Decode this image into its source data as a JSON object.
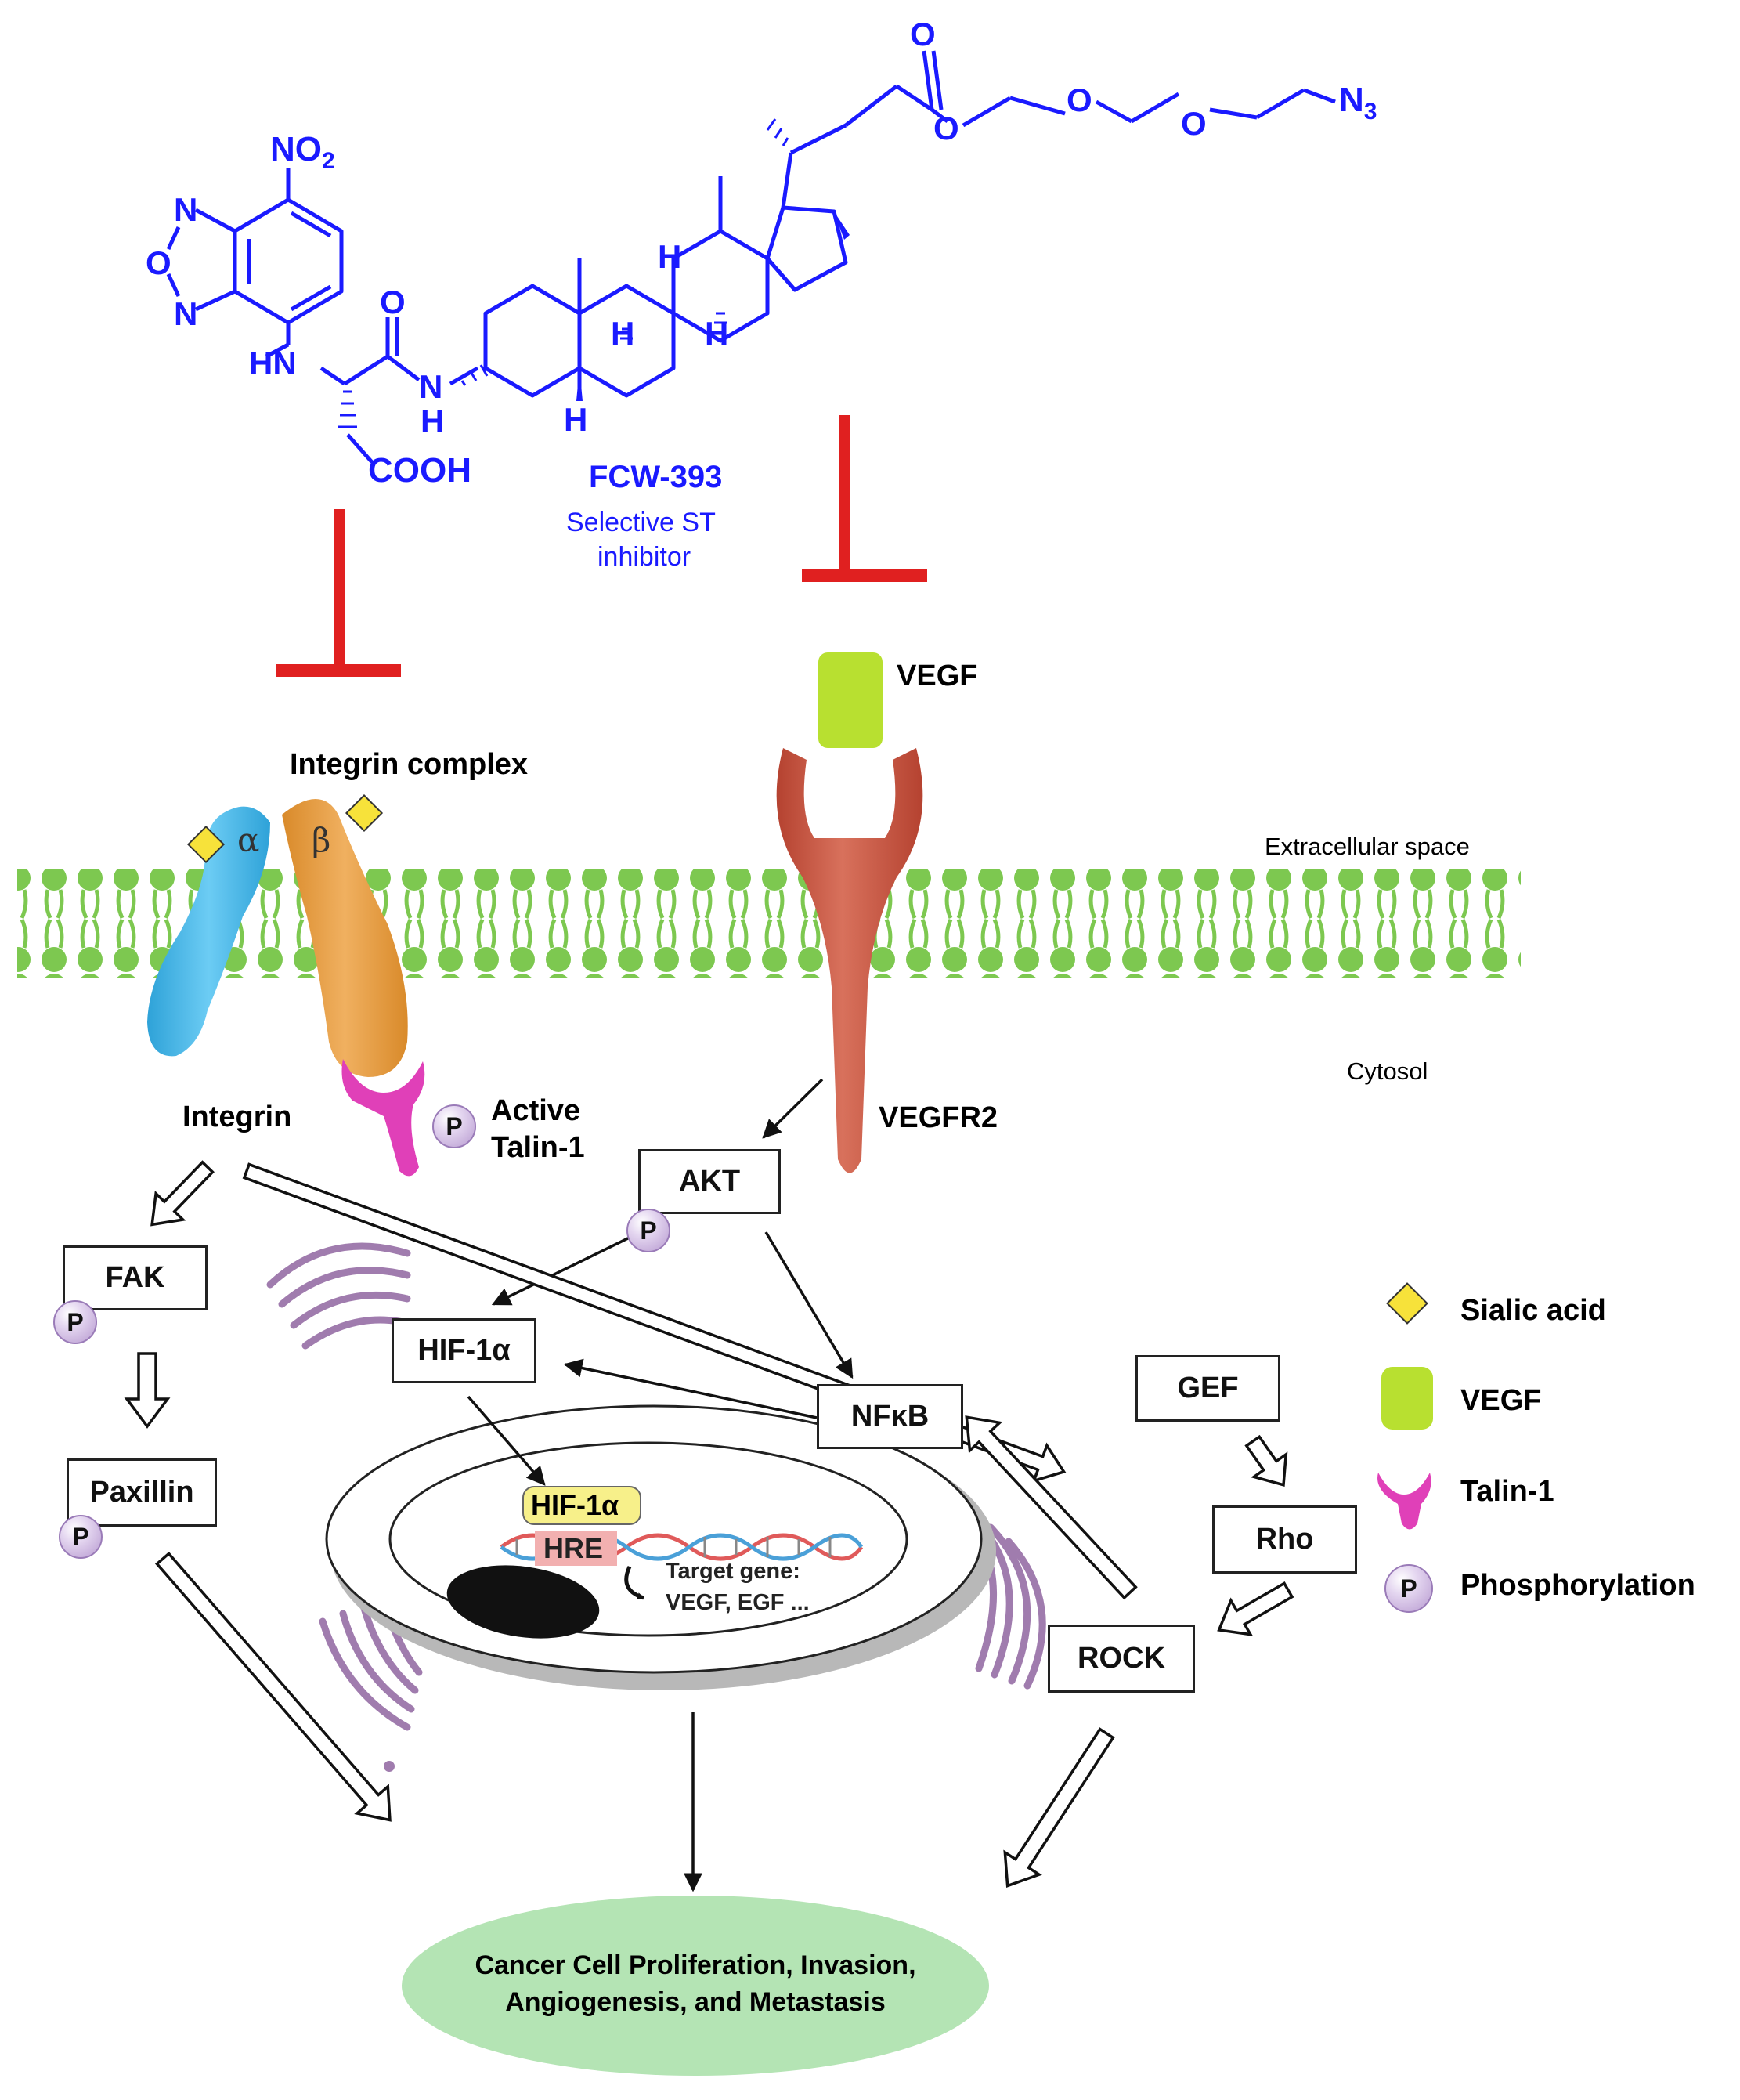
{
  "compound": {
    "name": "FCW-393",
    "desc_line1": "Selective ST",
    "desc_line2": "inhibitor",
    "no2": "NO2",
    "n3": "N3",
    "cooh": "COOH",
    "hn": "HN",
    "nh_n": "N",
    "nh_h": "H",
    "o": "O",
    "n": "N",
    "h": "H"
  },
  "membrane": {
    "extracellular": "Extracellular space",
    "cytosol": "Cytosol"
  },
  "labels": {
    "integrin_complex": "Integrin complex",
    "alpha": "α",
    "beta": "β",
    "integrin": "Integrin",
    "active_talin_1": "Active",
    "active_talin_2": "Talin-1",
    "vegf": "VEGF",
    "vegfr2": "VEGFR2",
    "target_gene_1": "Target gene:",
    "target_gene_2": "VEGF, EGF ...",
    "nucleus_hif": "HIF-1α",
    "hre": "HRE"
  },
  "nodes": {
    "akt": "AKT",
    "fak": "FAK",
    "paxillin": "Paxillin",
    "hif": "HIF-1α",
    "nfkb": "NFκB",
    "gef": "GEF",
    "rho": "Rho",
    "rock": "ROCK"
  },
  "phospho_symbol": "P",
  "outcome": {
    "line1": "Cancer Cell Proliferation, Invasion,",
    "line2": "Angiogenesis, and Metastasis"
  },
  "legend": {
    "items": [
      {
        "label": "Sialic acid",
        "icon": "yellow-diamond"
      },
      {
        "label": "VEGF",
        "icon": "green-rounded-square"
      },
      {
        "label": "Talin-1",
        "icon": "magenta-y-shape"
      },
      {
        "label": "Phosphorylation",
        "icon": "purple-p-circle"
      }
    ]
  },
  "colors": {
    "inhibitor_bar": "#e02020",
    "chemistry": "#1a1aff",
    "vegf": "#b8e030",
    "vegfr2": "#cc5a44",
    "integrin_alpha": "#3ab4e8",
    "integrin_beta": "#e6a040",
    "talin": "#e040b8",
    "membrane": "#7dc850",
    "outcome": "#b4e4b4",
    "golgi": "#a07cae"
  }
}
